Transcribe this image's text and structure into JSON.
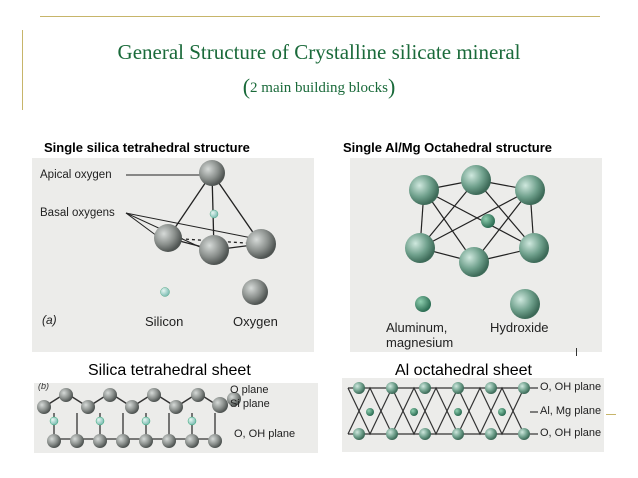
{
  "slide": {
    "title": "General Structure of Crystalline silicate mineral",
    "subtitle_open": "(",
    "subtitle": "2 main building blocks",
    "subtitle_close": ")"
  },
  "left_column": {
    "heading": "Single silica tetrahedral structure",
    "labels": {
      "apical": "Apical oxygen",
      "basal": "Basal oxygens",
      "panel_letter": "(a)",
      "silicon": "Silicon",
      "oxygen": "Oxygen"
    },
    "sheet_label": "Silica tetrahedral sheet",
    "sheet_planes": [
      "O plane",
      "Si plane",
      "O, OH plane"
    ]
  },
  "right_column": {
    "heading": "Single Al/Mg Octahedral structure",
    "labels": {
      "aluminum_line1": "Aluminum,",
      "aluminum_line2": "magnesium",
      "hydroxide": "Hydroxide"
    },
    "sheet_label": "Al octahedral sheet",
    "sheet_planes": [
      "O, OH plane",
      "Al, Mg plane",
      "O, OH plane"
    ]
  },
  "colors": {
    "title": "#1a6a3a",
    "frame_accent": "#c7b56a",
    "oxygen_atom": "#8a8f8c",
    "silicon_atom": "#9ccfc6",
    "octa_atom": "#6fa08c",
    "panel_bg": "#ececea"
  }
}
